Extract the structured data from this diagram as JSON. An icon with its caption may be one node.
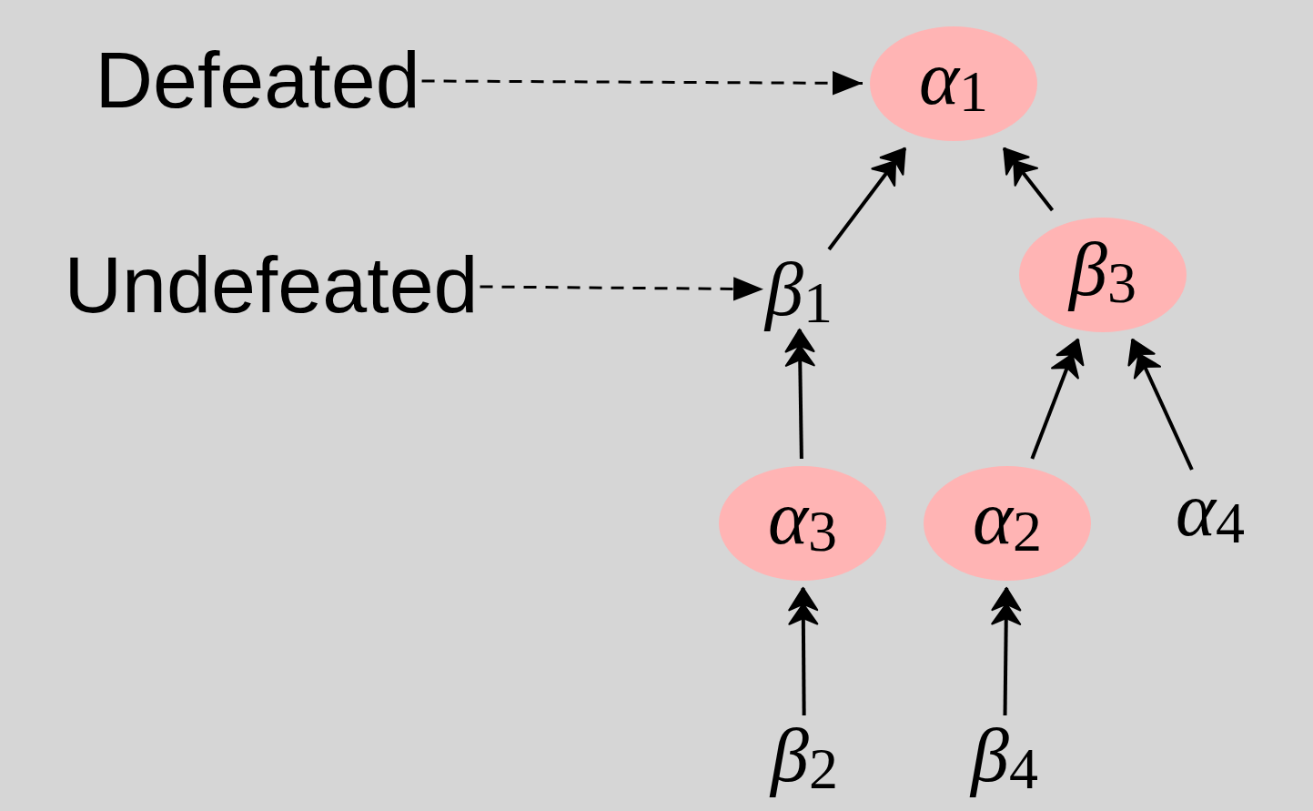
{
  "diagram": {
    "nodes": [
      {
        "text": [
          "Defeated"
        ]
      },
      {
        "text": [
          "Undefeated"
        ]
      },
      {
        "text": [
          "α$_{1}$"
        ]
      },
      {
        "text": [
          "β$_{1}$"
        ]
      },
      {
        "text": [
          "β$_{3}$"
        ]
      },
      {
        "text": [
          "α$_{3}$"
        ]
      },
      {
        "text": [
          "α$_{2}$"
        ]
      },
      {
        "text": [
          "α$_{4}$"
        ]
      },
      {
        "text": [
          "β$_{2}$"
        ]
      },
      {
        "text": [
          "β$_{4}$"
        ]
      }
    ],
    "edges": [
      {
        "from": 0,
        "to": 2,
        "arrow": "to",
        "style": "dashed"
      },
      {
        "from": 1,
        "to": 3,
        "arrow": "to",
        "style": "dashed"
      },
      {
        "from": 3,
        "to": 2,
        "arrow": "to"
      },
      {
        "from": 4,
        "to": 2,
        "arrow": "to"
      },
      {
        "from": 5,
        "to": 3,
        "arrow": "to"
      },
      {
        "from": 6,
        "to": 4,
        "arrow": "to"
      },
      {
        "from": 7,
        "to": 4,
        "arrow": "to"
      },
      {
        "from": 8,
        "to": 5,
        "arrow": "to"
      },
      {
        "from": 9,
        "to": 6,
        "arrow": "to"
      }
    ]
  }
}
